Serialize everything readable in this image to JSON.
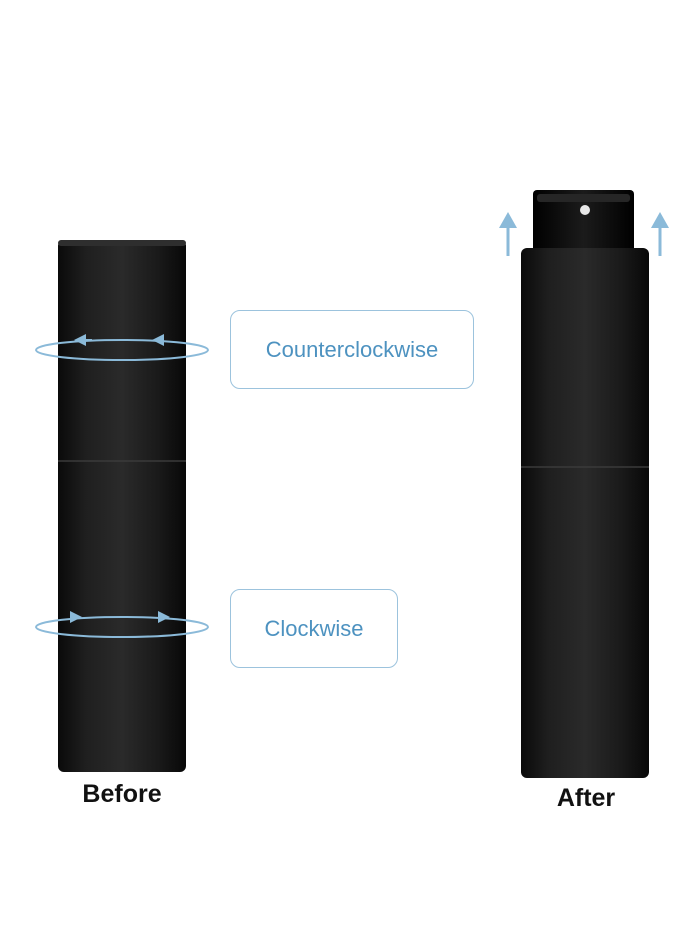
{
  "labels": {
    "counterclockwise": "Counterclockwise",
    "clockwise": "Clockwise",
    "before": "Before",
    "after": "After"
  },
  "colors": {
    "background": "#ffffff",
    "bottle_body": "#151515",
    "arrow": "#8bbad9",
    "callout_border": "#9cc3dd",
    "callout_text": "#4d92c0"
  }
}
